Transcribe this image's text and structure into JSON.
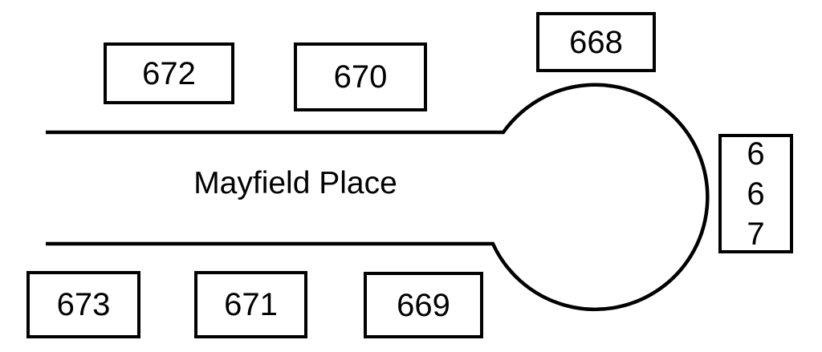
{
  "diagram": {
    "type": "street-plan",
    "street": {
      "name": "Mayfield Place",
      "shape": "cul-de-sac"
    },
    "houses": [
      {
        "label": "672",
        "side": "north"
      },
      {
        "label": "670",
        "side": "north"
      },
      {
        "label": "668",
        "side": "north-of-circle"
      },
      {
        "label": "667",
        "side": "east-of-circle"
      },
      {
        "label": "673",
        "side": "south"
      },
      {
        "label": "671",
        "side": "south"
      },
      {
        "label": "669",
        "side": "south"
      }
    ],
    "colors": {
      "stroke": "#000000",
      "background": "#ffffff"
    }
  }
}
